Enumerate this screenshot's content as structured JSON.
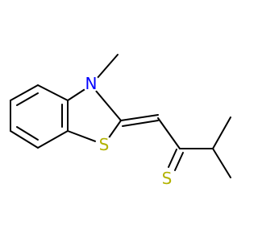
{
  "molecule": {
    "atoms": {
      "n": {
        "symbol": "N",
        "color": "#0000ff"
      },
      "s_ring": {
        "symbol": "S",
        "color": "#b2b200"
      },
      "s_thione": {
        "symbol": "S",
        "color": "#b2b200"
      }
    }
  }
}
